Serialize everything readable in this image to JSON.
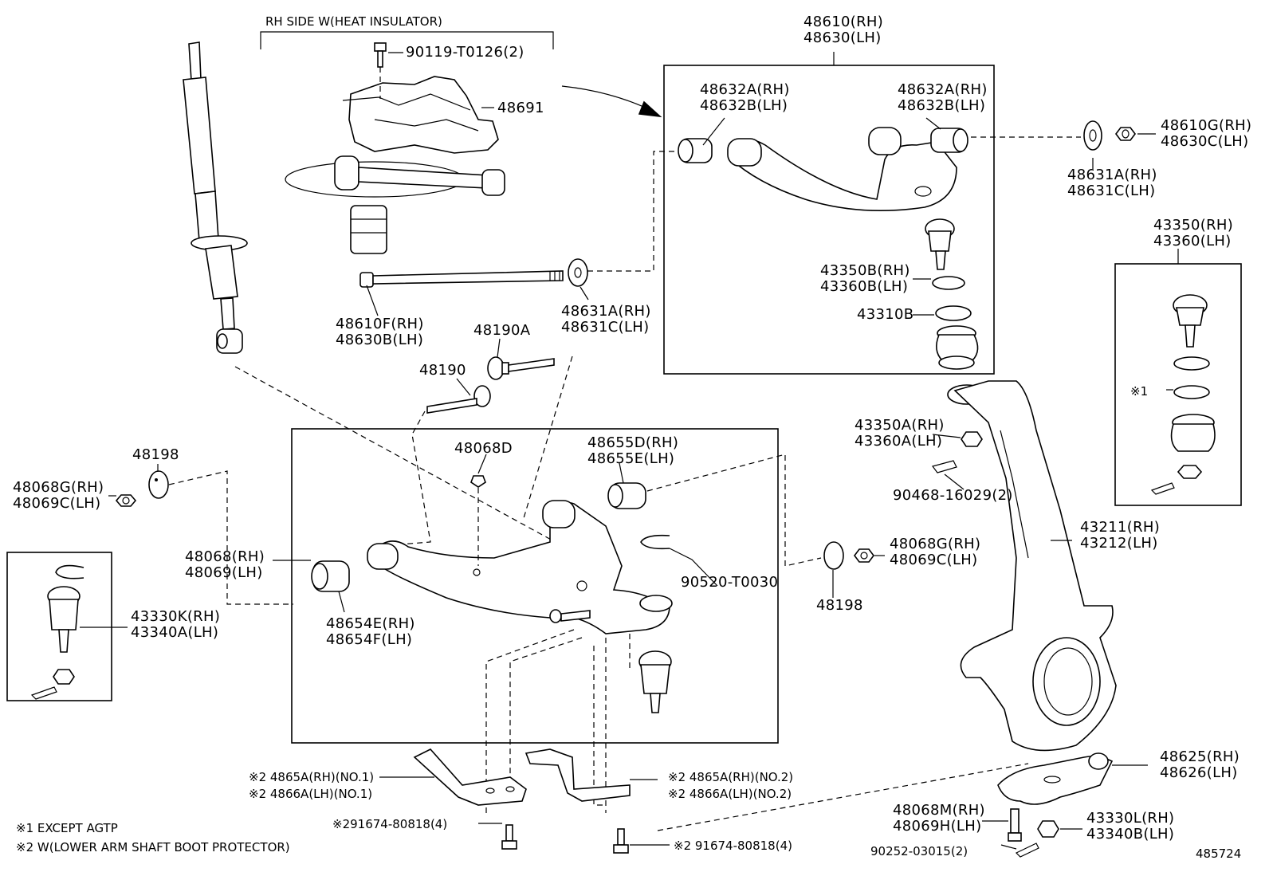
{
  "diagram": {
    "callouts": {
      "rh_side_header": "RH SIDE W(HEAT INSULATOR)",
      "bolt_90119": "90119-T0126(2)",
      "insulator_48691": "48691",
      "upper_arm_rh": "48610(RH)",
      "upper_arm_lh": "48630(LH)",
      "bush_upper_left_rh": "48632A(RH)",
      "bush_upper_left_lh": "48632B(LH)",
      "bush_upper_right_rh": "48632A(RH)",
      "bush_upper_right_lh": "48632B(LH)",
      "nut_48610g_rh": "48610G(RH)",
      "nut_48630c_lh": "48630C(LH)",
      "washer_48631a_rh": "48631A(RH)",
      "washer_48631c_lh": "48631C(LH)",
      "balljoint_43350b_rh": "43350B(RH)",
      "balljoint_43360b_lh": "43360B(LH)",
      "ring_43310b": "43310B",
      "balljoint_43350_rh": "43350(RH)",
      "balljoint_43360_lh": "43360(LH)",
      "note1_mark": "※1",
      "shaft_48610f_rh": "48610F(RH)",
      "shaft_48630b_lh": "48630B(LH)",
      "washer_lower_48631a_rh": "48631A(RH)",
      "washer_lower_48631c_lh": "48631C(LH)",
      "bolt_48190a": "48190A",
      "bolt_48190": "48190",
      "cam_48198_left": "48198",
      "nut_48068g_rh_left": "48068G(RH)",
      "nut_48069c_lh_left": "48069C(LH)",
      "nut_48068d": "48068D",
      "bush_48655d_rh": "48655D(RH)",
      "bush_48655e_lh": "48655E(LH)",
      "nut_43350a_rh": "43350A(RH)",
      "nut_43360a_lh": "43360A(LH)",
      "pin_90468": "90468-16029(2)",
      "lower_arm_48068_rh": "48068(RH)",
      "lower_arm_48069_lh": "48069(LH)",
      "ring_90520": "90520-T0030",
      "nut_48068g_rh_right": "48068G(RH)",
      "nut_48069c_lh_right": "48069C(LH)",
      "cam_48198_right": "48198",
      "knuckle_43211_rh": "43211(RH)",
      "knuckle_43212_lh": "43212(LH)",
      "balljoint_43330k_rh": "43330K(RH)",
      "balljoint_43340a_lh": "43340A(LH)",
      "bush_48654e_rh": "48654E(RH)",
      "bush_48654f_lh": "48654F(LH)",
      "stopper_48625_rh": "48625(RH)",
      "stopper_48626_lh": "48626(LH)",
      "protector1_rh": "※2 4865A(RH)(NO.1)",
      "protector1_lh": "※2 4866A(LH)(NO.1)",
      "protector2_rh": "※2 4865A(RH)(NO.2)",
      "protector2_lh": "※2 4866A(LH)(NO.2)",
      "bolt_91674_left": "※291674-80818(4)",
      "bolt_91674_right": "※2 91674-80818(4)",
      "nut_48068m_rh": "48068M(RH)",
      "nut_48069h_lh": "48069H(LH)",
      "nut_43330l_rh": "43330L(RH)",
      "nut_43340b_lh": "43340B(LH)",
      "pin_90252": "90252-03015(2)",
      "footnote_1": "※1 EXCEPT AGTP",
      "footnote_2": "※2 W(LOWER ARM SHAFT BOOT PROTECTOR)",
      "figure_number": "485724"
    }
  }
}
